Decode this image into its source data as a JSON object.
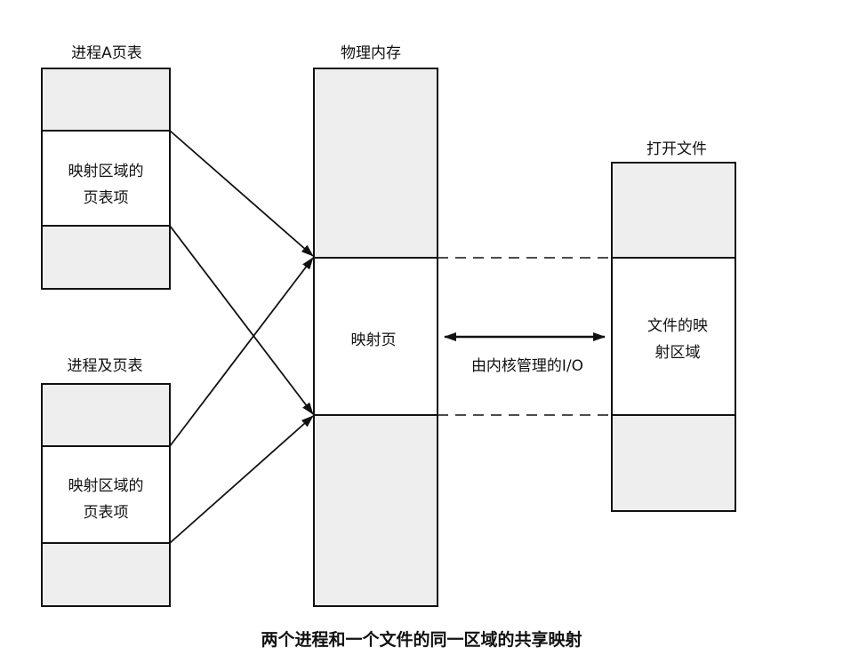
{
  "process_a": {
    "title": "进程A页表",
    "mapped_entry": [
      "映射区域的",
      "页表项"
    ]
  },
  "process_b": {
    "title": "进程及页表",
    "mapped_entry": [
      "映射区域的",
      "页表项"
    ]
  },
  "physical_memory": {
    "title": "物理内存",
    "mapped_page": "映射页"
  },
  "open_file": {
    "title": "打开文件",
    "mapped_region": [
      "文件的映",
      "射区域"
    ]
  },
  "io_label": "由内核管理的I/O",
  "caption": "两个进程和一个文件的同一区域的共享映射",
  "colors": {
    "line": "#111111",
    "shaded": "#eeeeee",
    "white": "#ffffff"
  }
}
